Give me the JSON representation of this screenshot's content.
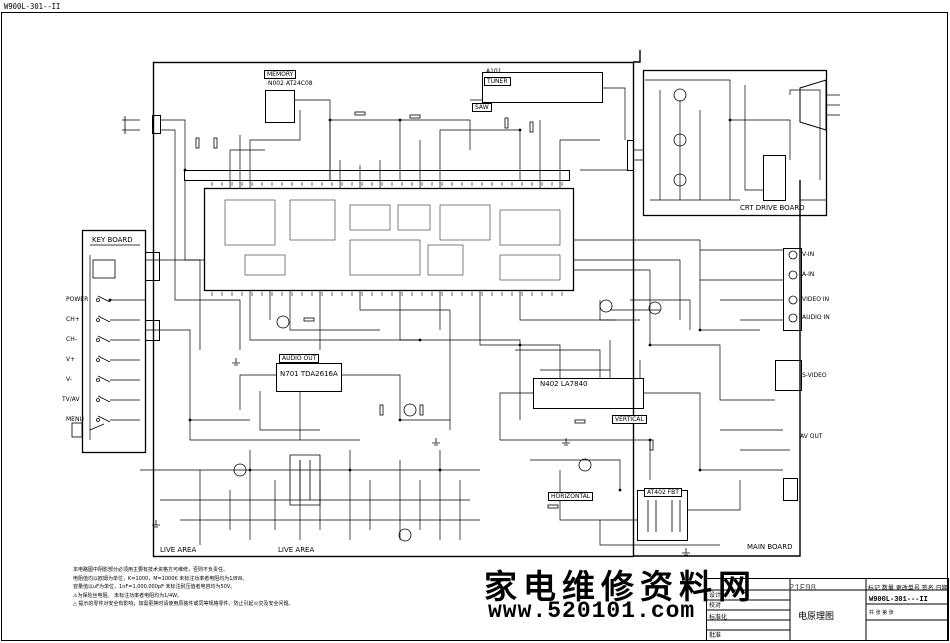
{
  "header": {
    "doc_ref_top": "W900L-301--II"
  },
  "blocks": {
    "memory": "MEMORY",
    "memory_part": "N002 AT24C08",
    "tuner_label": "A101",
    "tuner": "TUNER",
    "saw": "SAW",
    "crt_board": "CRT  DRIVE  BOARD",
    "key_board": "KEY  BOARD",
    "audio_out": "AUDIO  OUT",
    "audio_ic": "N701  TDA2616A",
    "vert_ic": "N402  LA7840",
    "vertical": "VERTICAL",
    "horizontal": "HORIZONTAL",
    "at402": "AT402  FBT",
    "live_area_1": "LIVE  AREA",
    "live_area_2": "LIVE  AREA",
    "main_board": "MAIN  BOARD",
    "av_in_1": "V-IN",
    "av_in_2": "A-IN",
    "av_in_3": "VIDEO IN",
    "av_in_4": "AUDIO IN",
    "av_out": "AV OUT",
    "svideo": "S-VIDEO"
  },
  "keys": [
    "POWER",
    "CH+",
    "CH-",
    "V+",
    "V-",
    "TV/AV",
    "MENU"
  ],
  "notes": {
    "line1": "本电路图中阴影部分必须用主要有技术资格方可维修，否则不负责任。",
    "line2": "电阻值均以欧姆为单位，K=1000，M=1000K      未标注功率者电阻均为1/8W。",
    "line3": "容量值以uF为单位，1nF=1,000,000pF      未标注耐压值者电容均为50V。",
    "line4": "⚠为保险丝电阻。      未标注功率者电阻均为1/4W。",
    "line5": "△ 提示的零件对安全有影响，如需更换时请使用原装件或同等规格零件，防止引起火灾及安全问题。"
  },
  "watermark": {
    "cn": "家电维修资料网",
    "url": "www.520101.com"
  },
  "title_block": {
    "model": "21F98",
    "code": "标记 数量 更改单号 签名 日期",
    "doc_no": "W900L-301---II",
    "name": "电原理图",
    "drawn": "设计",
    "checked": "校对",
    "std": "标准化",
    "approve": "批准",
    "page": "共  张  第  张"
  }
}
